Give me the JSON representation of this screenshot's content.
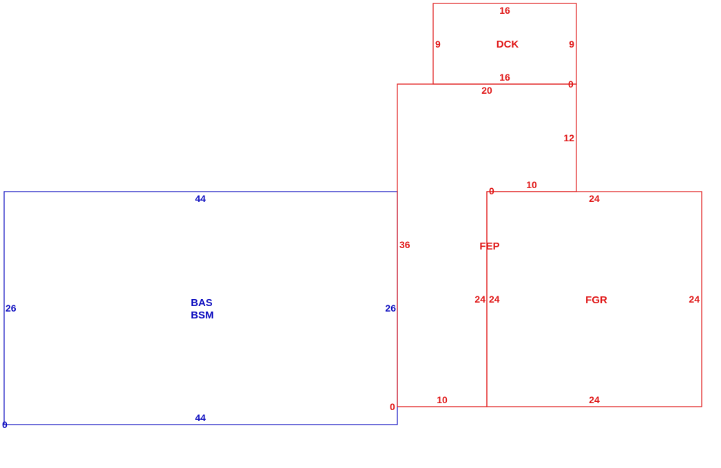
{
  "colors": {
    "main": "#1010c0",
    "addition": "#e01818"
  },
  "areas": {
    "bas": {
      "code": "BAS",
      "code2": "BSM",
      "top": "44",
      "bottom": "44",
      "left": "26",
      "right": "26",
      "corner": "0"
    },
    "dck": {
      "code": "DCK",
      "top": "16",
      "bottom": "16",
      "left": "9",
      "right": "9",
      "corner": "0"
    },
    "fep": {
      "code": "FEP",
      "top": "20",
      "right": "12",
      "step": "10",
      "step_corner": "0",
      "left": "36",
      "inner": "24",
      "bottom": "10",
      "corner": "0"
    },
    "fgr": {
      "code": "FGR",
      "top": "24",
      "bottom": "24",
      "left": "24",
      "right": "24"
    }
  }
}
